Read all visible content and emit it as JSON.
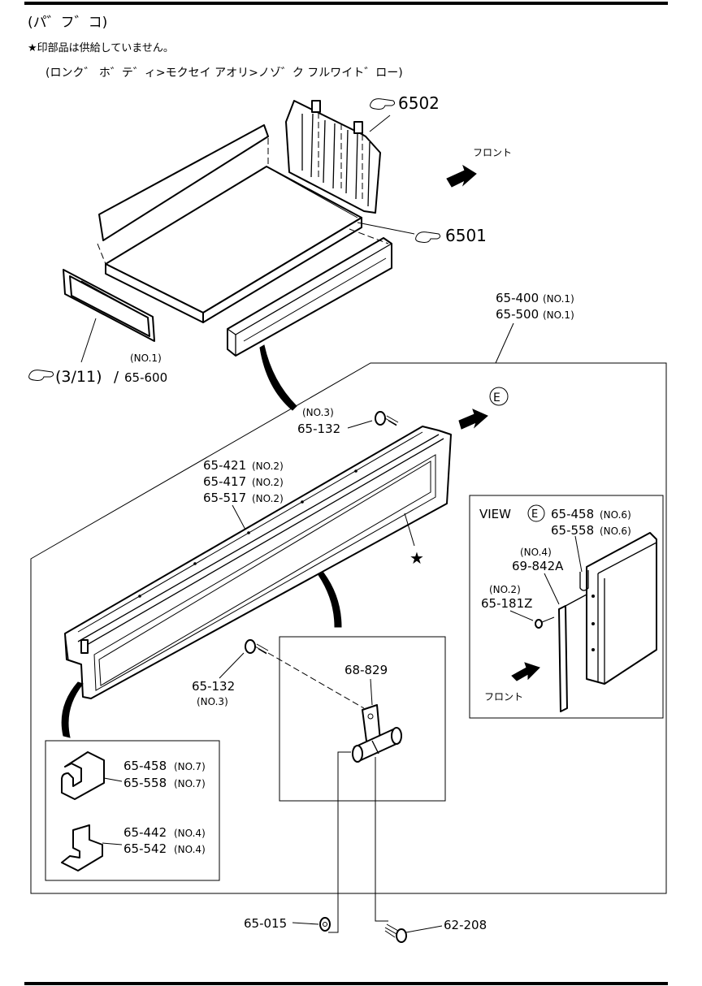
{
  "header": {
    "title": "(パ゛フ゛コ)",
    "note": "★印部品は供給していません。",
    "model": "(ロンク゛ ホ゛テ゛ィ>モクセイ アオリ>ノゾ゛ク フルワイト゛ロー)"
  },
  "refs": {
    "r6502": "6502",
    "r6501": "6501",
    "r311": "(3/11)",
    "slash": "/"
  },
  "labels": {
    "front1": "フロント",
    "front2": "フロント",
    "view": "VIEW",
    "circle_e": "E",
    "star": "★"
  },
  "parts": {
    "p65400": "65-400",
    "p65400q": "(NO.1)",
    "p65500": "65-500",
    "p65500q": "(NO.1)",
    "p65600q": "(NO.1)",
    "p65600": "65-600",
    "p65132aq": "(NO.3)",
    "p65132a": "65-132",
    "p65421": "65-421",
    "p65421q": "(NO.2)",
    "p65417": "65-417",
    "p65417q": "(NO.2)",
    "p65517": "65-517",
    "p65517q": "(NO.2)",
    "p65458a": "65-458",
    "p65458aq": "(NO.6)",
    "p65558a": "65-558",
    "p65558aq": "(NO.6)",
    "p69842q": "(NO.4)",
    "p69842": "69-842A",
    "p65181q": "(NO.2)",
    "p65181": "65-181Z",
    "p68829": "68-829",
    "p65132b": "65-132",
    "p65132bq": "(NO.3)",
    "p65458b": "65-458",
    "p65458bq": "(NO.7)",
    "p65558b": "65-558",
    "p65558bq": "(NO.7)",
    "p65442": "65-442",
    "p65442q": "(NO.4)",
    "p65542": "65-542",
    "p65542q": "(NO.4)",
    "p65015": "65-015",
    "p62208": "62-208"
  }
}
